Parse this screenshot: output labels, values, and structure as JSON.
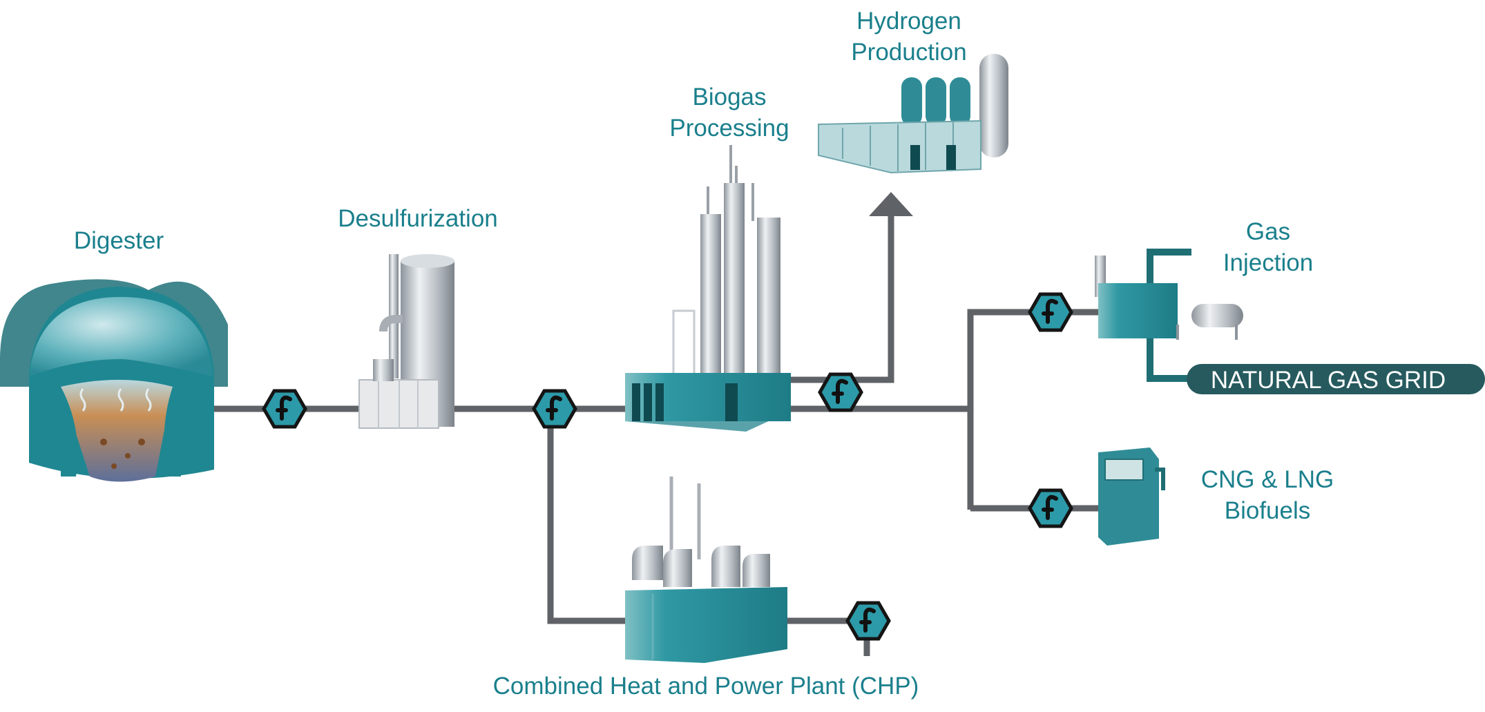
{
  "labels": {
    "digester": "Digester",
    "desulfurization": "Desulfurization",
    "biogas_processing_line1": "Biogas",
    "biogas_processing_line2": "Processing",
    "hydrogen_line1": "Hydrogen",
    "hydrogen_line2": "Production",
    "gas_injection_line1": "Gas",
    "gas_injection_line2": "Injection",
    "natural_gas_grid": "NATURAL GAS GRID",
    "cng_lng_line1": "CNG & LNG",
    "cng_lng_line2": "Biofuels",
    "chp": "Combined Heat and Power Plant (CHP)"
  },
  "colors": {
    "teal_dark": "#1e7c86",
    "teal_mid": "#2f98a3",
    "teal_light": "#6cb8be",
    "label_teal": "#1a7f8c",
    "pipe_gray": "#5f6266",
    "grid_banner": "#265a5e",
    "steel": "#b8bec4"
  },
  "icons": [
    "flow-meter-icon"
  ]
}
